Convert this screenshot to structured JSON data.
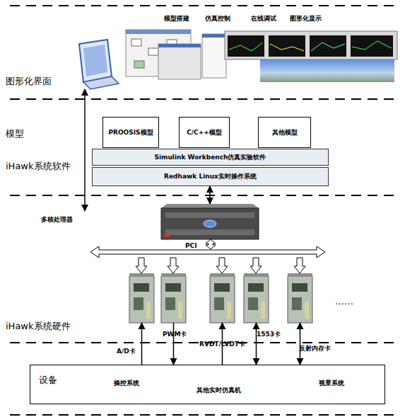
{
  "diagram": {
    "nodes": [
      {
        "text": [
          "PROOSIS模型"
        ]
      },
      {
        "text": [
          "C/C++模型"
        ]
      },
      {
        "text": [
          "其他模型"
        ]
      },
      {
        "text": [
          "Simulink Workbench仿真实验软件"
        ]
      },
      {
        "text": [
          "Redhawk Linux实时操作系统"
        ]
      },
      {
        "text": [
          "多核处理器"
        ]
      },
      {
        "text": [
          "A/D卡"
        ]
      },
      {
        "text": [
          "PWM卡"
        ]
      },
      {
        "text": [
          "RVDT/LVDT卡"
        ]
      },
      {
        "text": [
          "1553卡"
        ]
      },
      {
        "text": [
          "反射内存卡"
        ]
      },
      {
        "text": [
          "设备",
          "操控系统",
          "其他实时仿真机",
          "视景系统"
        ]
      }
    ],
    "edges": [
      {
        "from": 4,
        "to": 5,
        "arrow": "both"
      },
      {
        "from": 11,
        "to": 6,
        "arrow": "to"
      },
      {
        "from": 7,
        "to": 11,
        "arrow": "to"
      },
      {
        "from": 11,
        "to": 8,
        "arrow": "to"
      },
      {
        "from": 9,
        "to": 11,
        "arrow": "both"
      },
      {
        "from": 10,
        "to": 11,
        "arrow": "both"
      }
    ],
    "labels": [
      "模型搭建",
      "仿真控制",
      "在线调试",
      "图形化显示",
      "图形化界面",
      "模型",
      "iHawk系统软件",
      "iHawk系统硬件",
      "PCI",
      "……"
    ]
  }
}
